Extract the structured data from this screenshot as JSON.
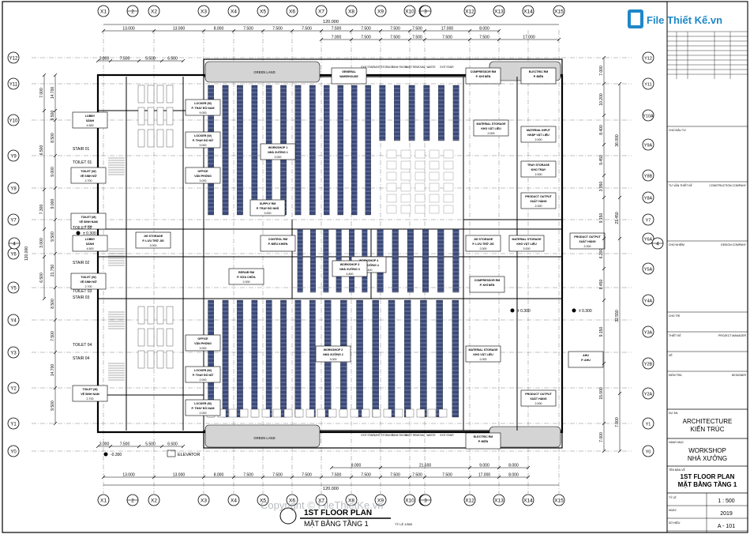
{
  "grid": {
    "columns": [
      "X1",
      "X2",
      "X3",
      "X4",
      "X5",
      "X6",
      "X7",
      "X8",
      "X9",
      "X10",
      "X11",
      "X12",
      "X13",
      "X14",
      "X15"
    ],
    "rows": [
      "Y12",
      "Y11",
      "Y10",
      "Y9",
      "Y8",
      "Y7",
      "Y6",
      "Y5",
      "Y4",
      "Y3",
      "Y2",
      "Y1",
      "Y0"
    ],
    "right_rows": [
      "Y12",
      "Y11",
      "Y10A",
      "Y9A",
      "Y8B",
      "Y8A",
      "Y7",
      "Y6A",
      "Y5A",
      "Y4A",
      "Y3A",
      "Y2B",
      "Y2A",
      "Y1",
      "Y0"
    ],
    "section_markers": [
      "2",
      "3",
      "4",
      "4"
    ]
  },
  "dims": {
    "top_total": "120.000",
    "top_row1": [
      "13.000",
      "13.000",
      "8.000",
      "7.500",
      "7.500",
      "7.500",
      "7.500",
      "7.500",
      "7.500",
      "7.500",
      "17.000",
      "8.000"
    ],
    "top_row2": [
      "7.000",
      "7.500",
      "7.500",
      "7.500",
      "7.500",
      "7.500",
      "17.000"
    ],
    "top_row3": [
      "3.000",
      "7.500",
      "5.500",
      "6.500"
    ],
    "bottom_total": "120.000",
    "bottom_row1": [
      "13.000",
      "13.000",
      "8.000",
      "7.500",
      "7.500",
      "7.500",
      "7.500",
      "7.500",
      "7.500",
      "7.500",
      "7.500",
      "17.000",
      "8.000"
    ],
    "bottom_row2": [
      "3.000",
      "7.500",
      "5.500",
      "6.500"
    ],
    "bottom_row3": [
      "9.000",
      "21.500",
      "9.000",
      "8.000"
    ],
    "left_total": "120.000",
    "left_a": [
      "14.700",
      "9.500",
      "8.500",
      "9.000",
      "9.000",
      "9.500",
      "21.750",
      "8.500",
      "7.500",
      "14.700",
      "9.500"
    ],
    "left_b": [
      "7.000",
      "6.500",
      "7.300",
      "3.000",
      "6.500"
    ],
    "right_a": [
      "7.000",
      "10.200",
      "8.400",
      "9.450",
      "3.950",
      "9.150",
      "6.200",
      "8.450",
      "9.150",
      "15.000",
      "7.000"
    ],
    "right_b": [
      "36.000",
      "21.450",
      "32.550",
      "7.000"
    ],
    "levels": [
      "± 0.300",
      "± 0.300",
      "± 0.300",
      "-0.300"
    ]
  },
  "rooms": [
    {
      "name": "LOCKER (M)",
      "vn": "P. THAY ĐỒ NAM",
      "area": "9.000"
    },
    {
      "name": "LOCKER (W)",
      "vn": "P. THAY ĐỒ NỮ",
      "area": "9.000"
    },
    {
      "name": "OFFICE",
      "vn": "VĂN PHÒNG",
      "area": "3.000"
    },
    {
      "name": "WORKSHOP 1",
      "vn": "NHÀ XƯỞNG 1",
      "area": "3.000"
    },
    {
      "name": "SUPPLY RM",
      "vn": "P. TRAY ĐỒ NHŨ",
      "area": "3.000"
    },
    {
      "name": "CONTROL RM",
      "vn": "P. ĐIỀU KHIỂN",
      "area": ""
    },
    {
      "name": "JIG STORAGE",
      "vn": "P. LƯU TRỮ JIG",
      "area": "3.000"
    },
    {
      "name": "REPAIR RM",
      "vn": "P. SỬA CHỮA",
      "area": "2.000"
    },
    {
      "name": "WORKSHOP 4",
      "vn": "NHÀ XƯỞNG 4",
      "area": "4.400"
    },
    {
      "name": "WORKSHOP 3",
      "vn": "NHÀ XƯỞNG 3",
      "area": "4.800"
    },
    {
      "name": "WORKSHOP 2",
      "vn": "NHÀ XƯỞNG 2",
      "area": "3.000"
    },
    {
      "name": "OFFICE",
      "vn": "VĂN PHÒNG",
      "area": "3.000"
    },
    {
      "name": "LOCKER (W)",
      "vn": "P. THAY ĐỒ NỮ",
      "area": "2.000"
    },
    {
      "name": "LOCKER (M)",
      "vn": "P. THAY ĐỒ NAM",
      "area": "2.000"
    },
    {
      "name": "MATERIAL STORAGE",
      "vn": "KHO VẬT LIỆU",
      "area": "2.000"
    },
    {
      "name": "MATERIAL INPUT",
      "vn": "NHẬP VẬT LIỆU",
      "area": "2.000"
    },
    {
      "name": "TRAY STORAGE",
      "vn": "KHO TRAY",
      "area": "2.000"
    },
    {
      "name": "PRODUCT OUTPUT",
      "vn": "XUẤT HÀNG",
      "area": "2.000"
    },
    {
      "name": "JIG STORAGE",
      "vn": "P. LƯU TRỮ JIG",
      "area": "2.000"
    },
    {
      "name": "MATERIAL STORAGE",
      "vn": "KHO VẬT LIỆU",
      "area": "3.000"
    },
    {
      "name": "PRODUCT OUTPUT",
      "vn": "XUẤT HÀNG",
      "area": "2.000"
    },
    {
      "name": "MATERIAL STORAGE",
      "vn": "KHO VẬT LIỆU",
      "area": "2.000"
    },
    {
      "name": "PRODUCT OUTPUT",
      "vn": "XUẤT HÀNG",
      "area": "2.000"
    },
    {
      "name": "AHU",
      "vn": "P. AHU",
      "area": ""
    },
    {
      "name": "COMPRESSOR RM",
      "vn": "P. KHÍ NÉN",
      "area": ""
    },
    {
      "name": "ELECTRIC RM",
      "vn": "P. ĐIỆN",
      "area": ""
    },
    {
      "name": "GENERAL",
      "vn": "WAREHOUSE",
      "area": ""
    },
    {
      "name": "COMPRESSOR RM",
      "vn": "P. KHÍ NÉN",
      "area": ""
    },
    {
      "name": "ELECTRIC RM",
      "vn": "P. ĐIỆN",
      "area": ""
    },
    {
      "name": "GREEN LAND",
      "vn": "",
      "area": ""
    },
    {
      "name": "GREEN LAND",
      "vn": "",
      "area": ""
    },
    {
      "name": "LOBBY",
      "vn": "SẢNH",
      "area": "4.500"
    },
    {
      "name": "LOBBY",
      "vn": "SẢNH",
      "area": "4.500"
    },
    {
      "name": "LOBBY",
      "vn": "SẢNH",
      "area": "4.500"
    },
    {
      "name": "TOILET (M)",
      "vn": "VỆ SINH NAM",
      "area": "2.700"
    },
    {
      "name": "TOILET (W)",
      "vn": "VỆ SINH NỮ",
      "area": "2.700"
    },
    {
      "name": "TOILET (M)",
      "vn": "VỆ SINH NAM",
      "area": "2.700"
    },
    {
      "name": "TOILET (W)",
      "vn": "VỆ SINH NỮ",
      "area": "2.700"
    }
  ],
  "labels": {
    "stairs": [
      "STAIR 01",
      "STAIR 02",
      "STAIR 03",
      "STAIR 04"
    ],
    "toilets": [
      "TOILET 01",
      "TOILET 02",
      "TOILET 03",
      "TOILET 04"
    ],
    "elevator": "ELEVATOR",
    "mech_top": [
      "EXIT STAIR",
      "UNIT STORAGE",
      "TANK ROOM",
      "DUST REMOVAL",
      "WASTE",
      "EXIT STAIR"
    ],
    "mech_bottom": [
      "EXIT STAIR",
      "UNIT STORAGE",
      "TANK ROOM",
      "DUST REMOVAL",
      "WASTE",
      "EXIT STAIR"
    ]
  },
  "title": {
    "en": "1ST FLOOR PLAN",
    "vn": "MẶT BẰNG TẦNG 1",
    "scale_note": "TỶ LỆ 1/500"
  },
  "logo": {
    "text": "File Thiết Kế.vn"
  },
  "watermark": "Copyright © FileThietKe.vn",
  "title_block": {
    "project_label": "DỰ ÁN",
    "project_en": "ARCHITECTURE",
    "project_vn": "KIẾN TRÚC",
    "drawing_label": "HẠNG MỤC",
    "drawing_en": "WORKSHOP",
    "drawing_vn": "NHÀ XƯỞNG",
    "sheet_label": "TÊN BẢN VẼ",
    "sheet_en": "1ST FLOOR PLAN",
    "sheet_vn": "MẶT BẰNG TẦNG 1",
    "scale_label": "TỶ LỆ",
    "scale": "1 : 500",
    "date_label": "NGÀY",
    "date": "2019",
    "number_label": "SỐ HIỆU",
    "number": "A - 101",
    "rows": [
      "CHỦ ĐẦU TƯ",
      "TƯ VẤN THIẾT KẾ",
      "CHỦ NHIỆM",
      "CHỦ TRÌ",
      "THIẾT KẾ",
      "VẼ",
      "KIỂM TRA"
    ],
    "row_values": [
      "",
      "CONSTRUCTION COMPANY",
      "DESIGN COMPANY",
      "",
      "PROJECT MANAGER",
      "",
      "DESIGNER"
    ]
  }
}
